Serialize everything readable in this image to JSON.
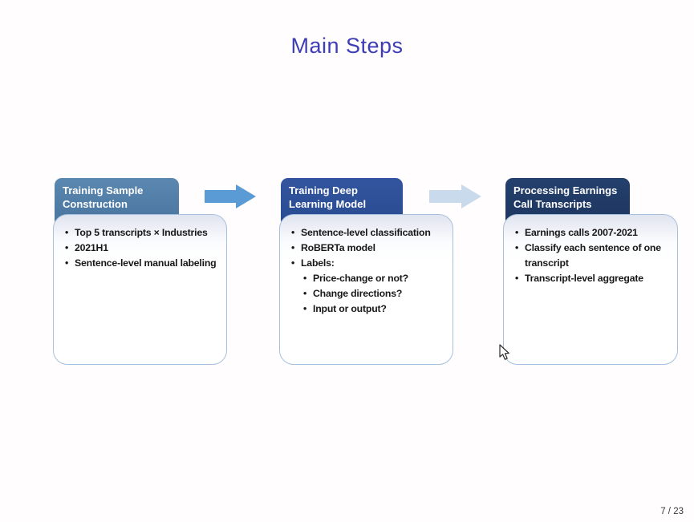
{
  "slide": {
    "title": "Main Steps",
    "page_indicator": "7 / 23"
  },
  "colors": {
    "title_text": "#3d3db5",
    "step1_header_bg": "#4e7da9",
    "step2_header_bg": "#2d4f9a",
    "step3_header_bg": "#203861",
    "body_border": "#a6c1de",
    "arrow1": "#5b9bd5",
    "arrow2": "#c9daed",
    "bullet_text": "#181818"
  },
  "steps": [
    {
      "header": "Training Sample Construction",
      "bullets": [
        {
          "text": "Top 5 transcripts × Industries",
          "level": 1
        },
        {
          "text": "2021H1",
          "level": 1
        },
        {
          "text": "Sentence-level manual labeling",
          "level": 1
        }
      ]
    },
    {
      "header": "Training Deep Learning Model",
      "bullets": [
        {
          "text": "Sentence-level classification",
          "level": 1
        },
        {
          "text": "RoBERTa model",
          "level": 1
        },
        {
          "text": "Labels:",
          "level": 1
        },
        {
          "text": "Price-change or not?",
          "level": 2
        },
        {
          "text": "Change directions?",
          "level": 2
        },
        {
          "text": "Input or output?",
          "level": 2
        }
      ]
    },
    {
      "header": "Processing Earnings Call Transcripts",
      "bullets": [
        {
          "text": "Earnings calls 2007-2021",
          "level": 1
        },
        {
          "text": "Classify each sentence of one transcript",
          "level": 1
        },
        {
          "text": "Transcript-level aggregate",
          "level": 1
        }
      ]
    }
  ],
  "arrows": [
    {
      "name": "arrow-step1-to-step2",
      "color": "#5b9bd5"
    },
    {
      "name": "arrow-step2-to-step3",
      "color": "#c9daed"
    }
  ]
}
